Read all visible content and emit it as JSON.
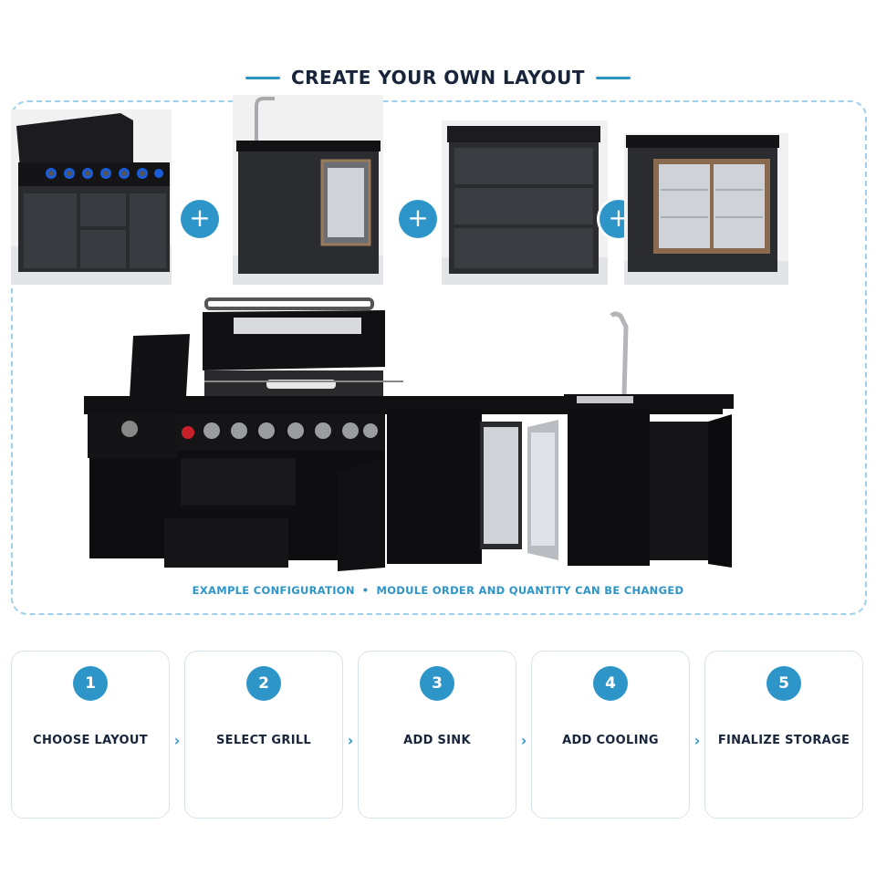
{
  "header": {
    "title": "CREATE YOUR OWN LAYOUT"
  },
  "modules": [
    {
      "name": "grill-module-icon"
    },
    {
      "name": "sink-fridge-module-icon"
    },
    {
      "name": "drawer-module-icon"
    },
    {
      "name": "double-fridge-module-icon"
    }
  ],
  "caption": {
    "left": "EXAMPLE CONFIGURATION",
    "separator": "•",
    "right": "MODULE ORDER AND QUANTITY CAN BE CHANGED"
  },
  "steps": [
    {
      "number": "1",
      "label": "CHOOSE LAYOUT"
    },
    {
      "number": "2",
      "label": "SELECT GRILL"
    },
    {
      "number": "3",
      "label": "ADD SINK"
    },
    {
      "number": "4",
      "label": "ADD COOLING"
    },
    {
      "number": "5",
      "label": "FINALIZE STORAGE"
    }
  ],
  "colors": {
    "accent": "#2e95c9",
    "title": "#17243a",
    "cabinet": "#1b1b1d"
  }
}
